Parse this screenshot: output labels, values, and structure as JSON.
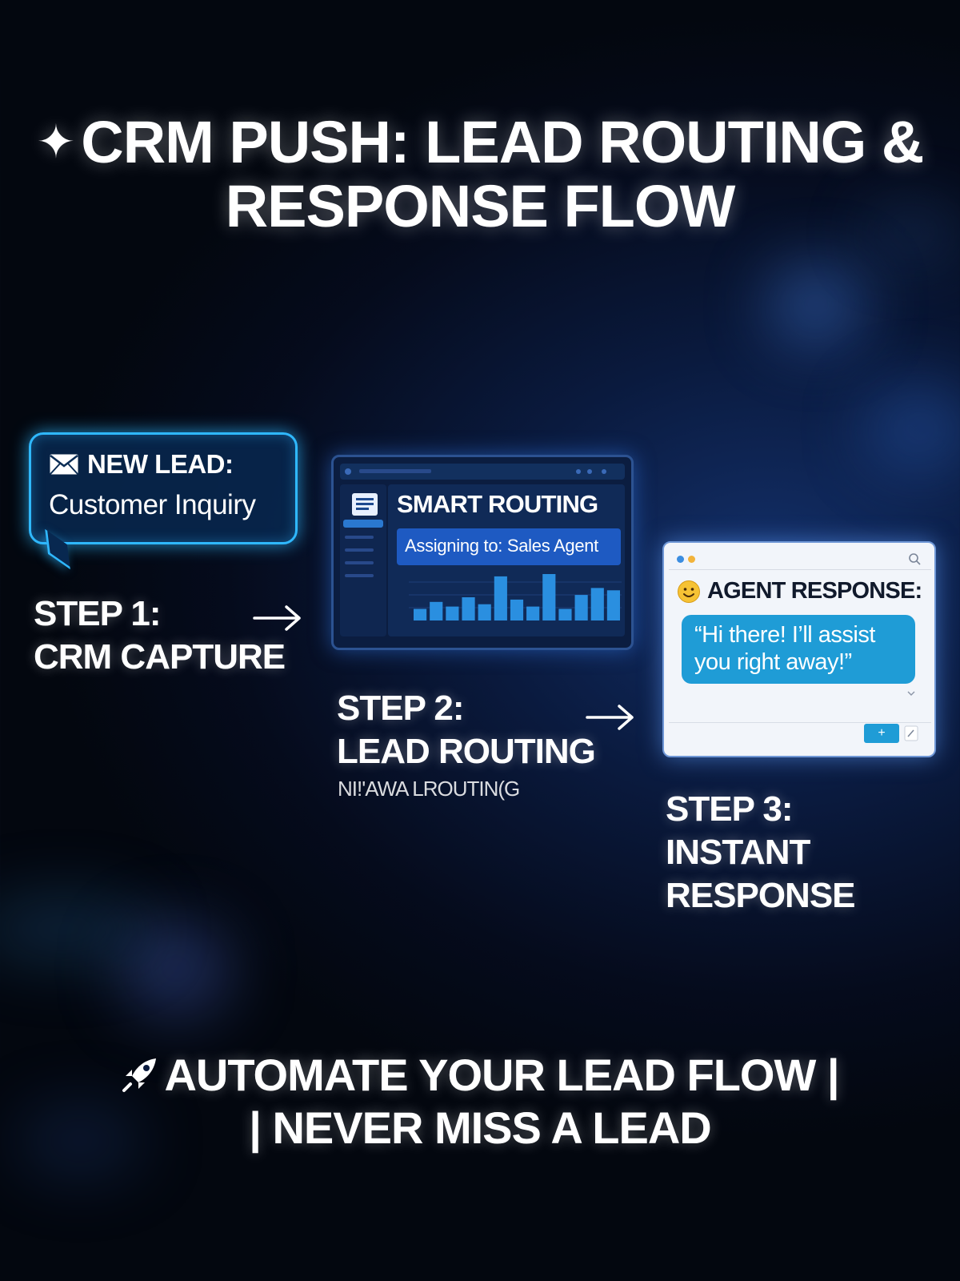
{
  "title": "CRM PUSH: LEAD ROUTING & RESPONSE FLOW",
  "title_icon": "sparkle-icon",
  "colors": {
    "accent_cyan": "#2fb8ff",
    "routing_blue": "#1e5ac2",
    "chat_blue": "#1f9cd6",
    "bar_blue": "#2a8fe0"
  },
  "step1": {
    "card_title": "NEW LEAD:",
    "card_subtitle": "Customer Inquiry",
    "card_icon": "envelope-icon",
    "label_line1": "STEP 1:",
    "label_line2": "CRM CAPTURE"
  },
  "step2": {
    "screen_title": "SMART ROUTING",
    "assign_text": "Assigning to: Sales Agent",
    "screen_icon": "document-icon",
    "bars": [
      0.25,
      0.4,
      0.3,
      0.5,
      0.35,
      0.95,
      0.45,
      0.3,
      1.0,
      0.25,
      0.55,
      0.7,
      0.65
    ],
    "label_line1": "STEP 2:",
    "label_line2": "LEAD ROUTING",
    "label_line3": "NI!'AWA LROUTIN(G"
  },
  "step3": {
    "window_title": "AGENT RESPONSE:",
    "window_icon": "smiley-icon",
    "message": "“Hi there! I’ll assist you right away!”",
    "send_label": "+",
    "label_line1": "STEP 3:",
    "label_line2": "INSTANT",
    "label_line3": "RESPONSE"
  },
  "footer": {
    "icon": "rocket-icon",
    "line1": "AUTOMATE YOUR LEAD FLOW |",
    "line2": "| NEVER MISS A LEAD"
  }
}
